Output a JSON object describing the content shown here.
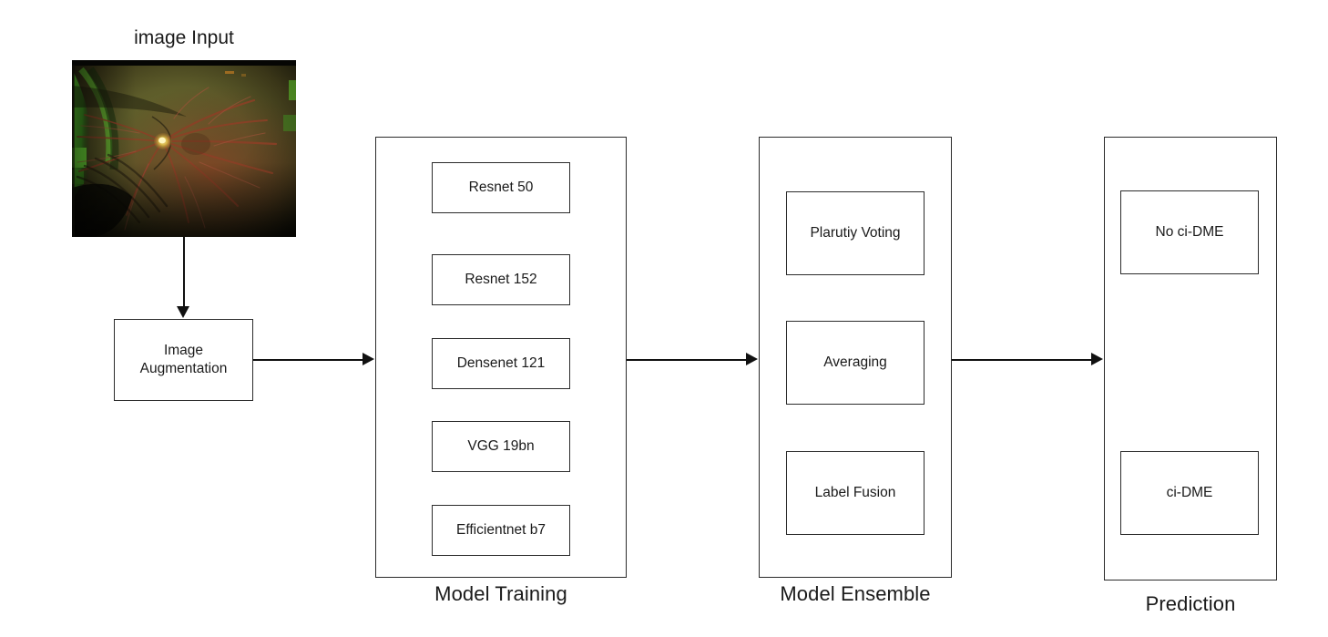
{
  "diagram": {
    "title_input": "image Input",
    "colors": {
      "stroke": "#2b2b2b",
      "line": "#111111",
      "text": "#1a1a1a",
      "background": "#ffffff",
      "fundus_background": "#5a5a28",
      "fundus_vessel": "#9c4b32",
      "fundus_rim_green": "#4fbf2a",
      "fundus_disc": "#e8d24a"
    },
    "input": {
      "label": "image Input",
      "image_alt": "retinal-fundus-photograph"
    },
    "augmentation": {
      "label": "Image\nAugmentation"
    },
    "model_training": {
      "caption": "Model Training",
      "items": [
        {
          "label": "Resnet 50"
        },
        {
          "label": "Resnet 152"
        },
        {
          "label": "Densenet 121"
        },
        {
          "label": "VGG 19bn"
        },
        {
          "label": "Efficientnet b7"
        }
      ]
    },
    "model_ensemble": {
      "caption": "Model Ensemble",
      "items": [
        {
          "label": "Plarutiy Voting"
        },
        {
          "label": "Averaging"
        },
        {
          "label": "Label Fusion"
        }
      ]
    },
    "prediction": {
      "caption": "Prediction",
      "items": [
        {
          "label": "No ci-DME"
        },
        {
          "label": "ci-DME"
        }
      ]
    },
    "connectors": [
      {
        "name": "input-to-augmentation",
        "direction": "down"
      },
      {
        "name": "augmentation-to-model-training",
        "direction": "right"
      },
      {
        "name": "model-training-to-model-ensemble",
        "direction": "right"
      },
      {
        "name": "model-ensemble-to-prediction",
        "direction": "right"
      }
    ]
  }
}
